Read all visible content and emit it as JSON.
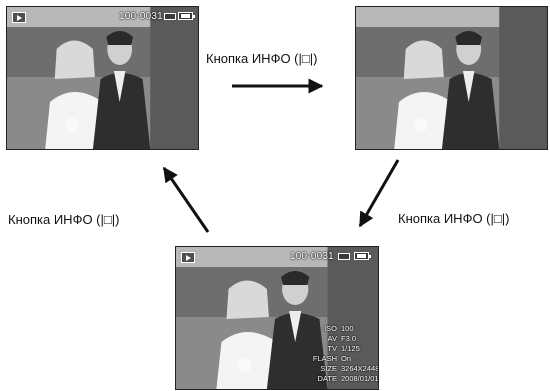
{
  "screens": {
    "top_left": {
      "file_number": "100-0031",
      "show_info": false
    },
    "top_right": {
      "file_number": "",
      "show_info": false
    },
    "bottom": {
      "file_number": "100-0031",
      "info": [
        {
          "label": "ISO",
          "value": "100"
        },
        {
          "label": "AV",
          "value": "F3.0"
        },
        {
          "label": "TV",
          "value": "1/125"
        },
        {
          "label": "FLASH",
          "value": "On"
        },
        {
          "label": "SIZE",
          "value": "3264X2448"
        },
        {
          "label": "DATE",
          "value": "2008/01/01"
        }
      ]
    }
  },
  "captions": {
    "top": "Кнопка ИНФО (|□|)",
    "left": "Кнопка ИНФО (|□|)",
    "right": "Кнопка ИНФО (|□|)"
  },
  "icons": {
    "play": "play-mode-icon",
    "size": "image-size-icon",
    "battery": "battery-icon"
  }
}
